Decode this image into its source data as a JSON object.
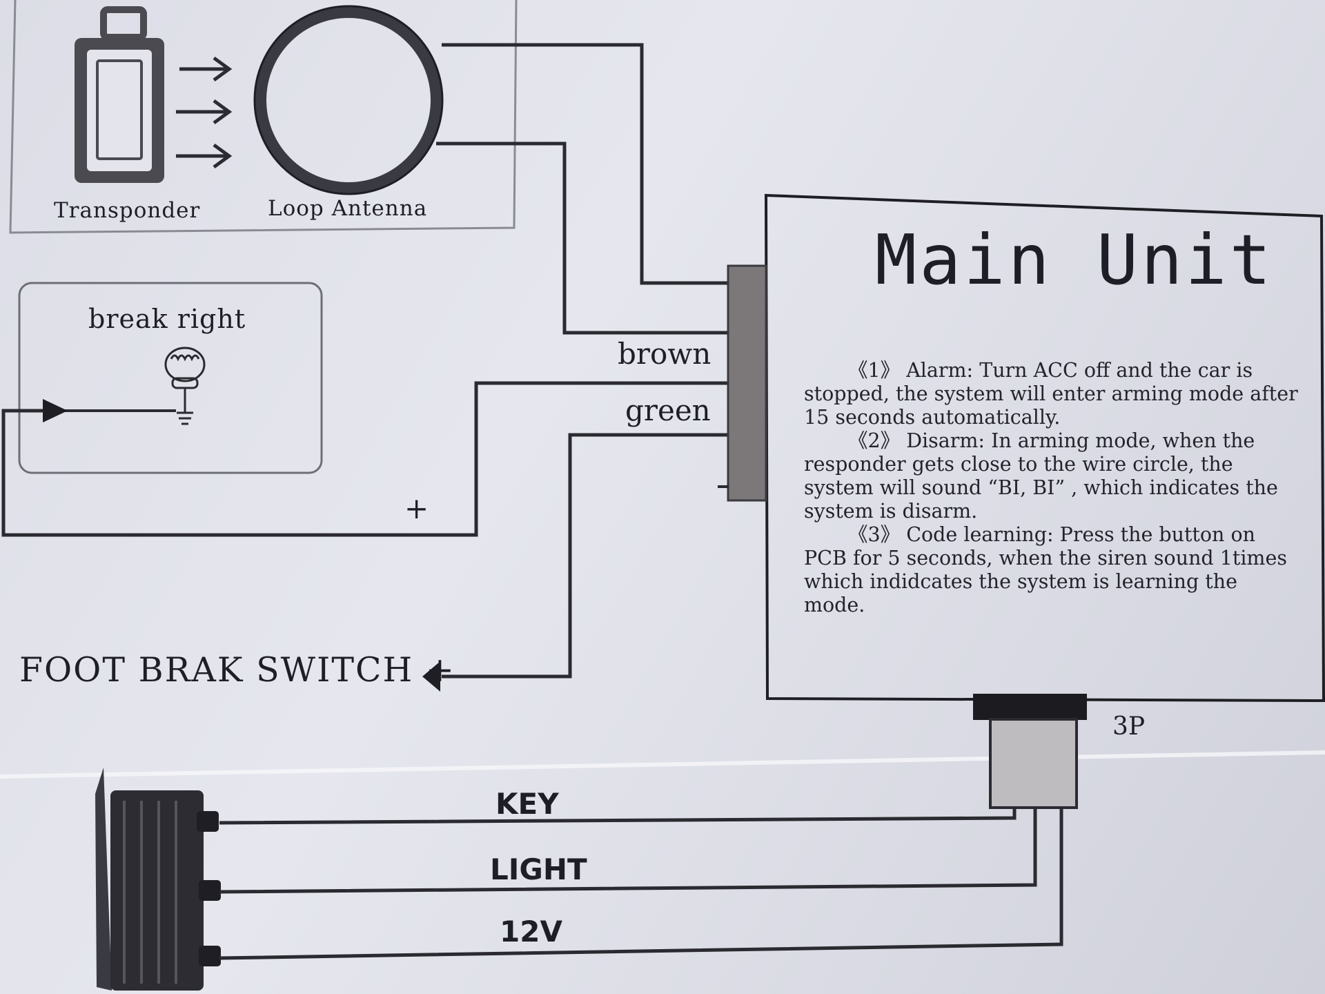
{
  "antenna_box": {
    "transponder_label": "Transponder",
    "loop_antenna_label": "Loop Antenna"
  },
  "brake_light_box": {
    "title": "break right",
    "plus_sign": "+"
  },
  "wires": {
    "brown": "brown",
    "green": "green"
  },
  "foot_brake": {
    "label": "FOOT BRAK SWITCH +"
  },
  "main_unit": {
    "title": "Main Unit",
    "connector_label": "3P",
    "notes": [
      "《1》 Alarm: Turn ACC off and the car is stopped, the system will enter arming mode after 15 seconds automatically.",
      "《2》 Disarm: In arming mode, when the responder gets close to the wire circle, the system will sound “BI, BI” , which indicates the system is disarm.",
      "《3》 Code learning: Press the button on PCB for 5 seconds, when the siren sound 1times which indidcates the system is learning the mode."
    ]
  },
  "harness": {
    "key": "KEY",
    "light": "LIGHT",
    "power": "12V"
  },
  "colors": {
    "paper": "#e2e3eb",
    "ink": "#1b1b22",
    "connector": "#7a7678"
  }
}
